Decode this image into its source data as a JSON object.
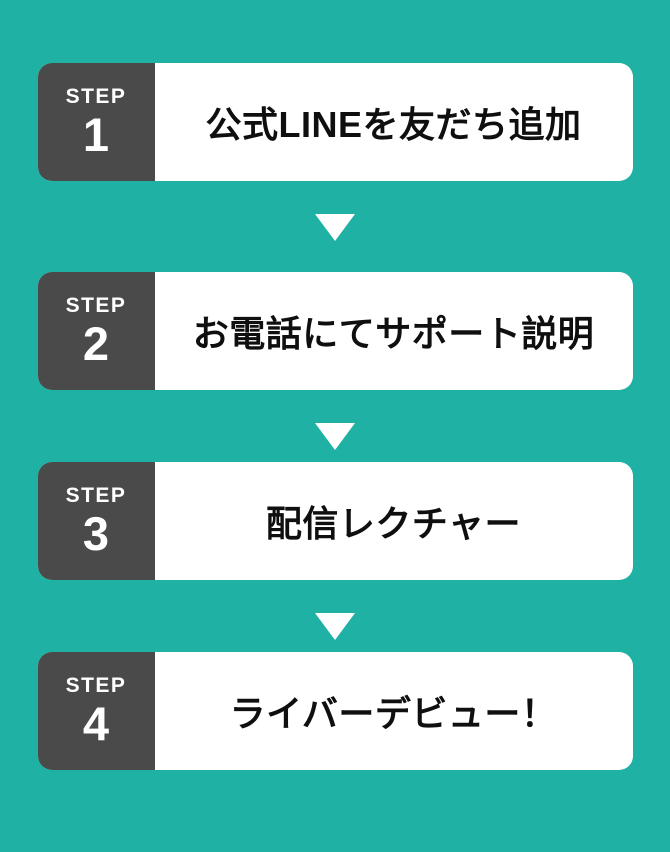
{
  "page": {
    "background_color": "#20B1A5",
    "card_background_color": "#FFFFFF",
    "badge_background_color": "#4A4A4A",
    "badge_text_color": "#FFFFFF",
    "step_text_color": "#0F0F0F",
    "arrow_color": "#FFFFFF"
  },
  "steps": [
    {
      "label": "STEP",
      "number": "1",
      "text": "公式LINEを友だち追加"
    },
    {
      "label": "STEP",
      "number": "2",
      "text": "お電話にてサポート説明"
    },
    {
      "label": "STEP",
      "number": "3",
      "text": "配信レクチャー"
    },
    {
      "label": "STEP",
      "number": "4",
      "text": "ライバーデビュー！"
    }
  ]
}
